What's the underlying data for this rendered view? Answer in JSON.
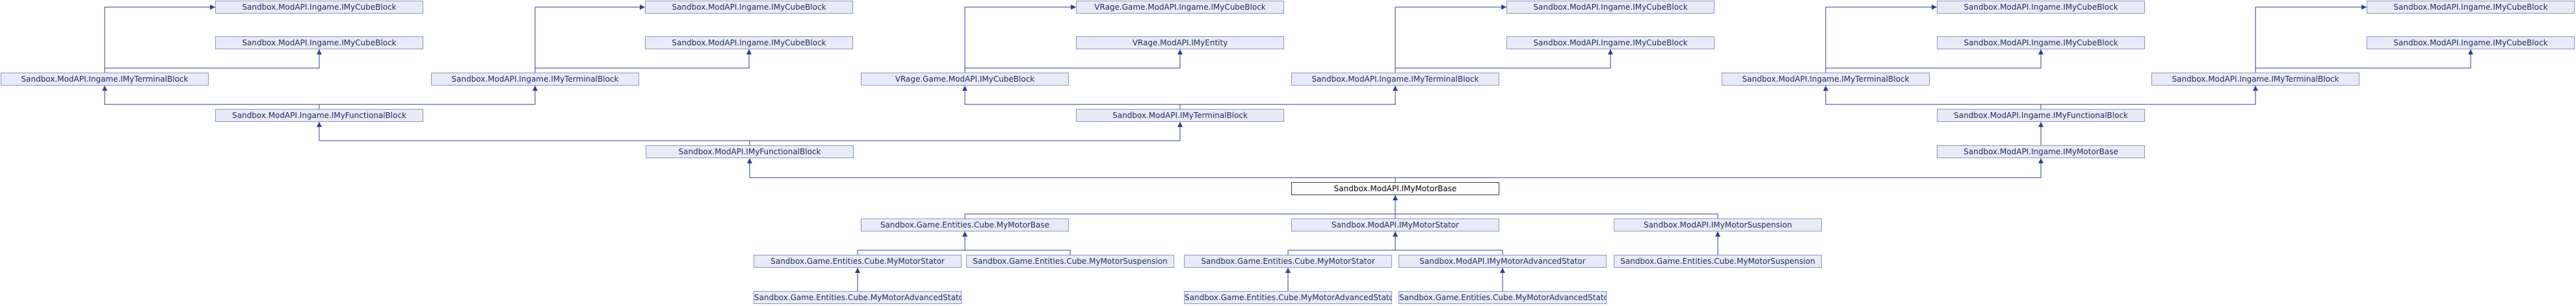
{
  "colors": {
    "edge": "#2f3f8f",
    "node_fill": "#e8ebf5",
    "node_border": "#8c96c2"
  },
  "nodes": [
    {
      "id": "n01",
      "label": "Sandbox.ModAPI.Ingame.IMyCubeBlock"
    },
    {
      "id": "n02",
      "label": "Sandbox.ModAPI.Ingame.IMyCubeBlock"
    },
    {
      "id": "n03",
      "label": "Sandbox.ModAPI.Ingame.IMyCubeBlock"
    },
    {
      "id": "n04",
      "label": "Sandbox.ModAPI.Ingame.IMyCubeBlock"
    },
    {
      "id": "n05",
      "label": "VRage.Game.ModAPI.Ingame.IMyCubeBlock"
    },
    {
      "id": "n06",
      "label": "VRage.ModAPI.IMyEntity"
    },
    {
      "id": "n07",
      "label": "Sandbox.ModAPI.Ingame.IMyCubeBlock"
    },
    {
      "id": "n08",
      "label": "Sandbox.ModAPI.Ingame.IMyCubeBlock"
    },
    {
      "id": "n09",
      "label": "Sandbox.ModAPI.Ingame.IMyCubeBlock"
    },
    {
      "id": "n10",
      "label": "Sandbox.ModAPI.Ingame.IMyCubeBlock"
    },
    {
      "id": "n11",
      "label": "Sandbox.ModAPI.Ingame.IMyCubeBlock"
    },
    {
      "id": "n12",
      "label": "Sandbox.ModAPI.Ingame.IMyCubeBlock"
    },
    {
      "id": "n13",
      "label": "Sandbox.ModAPI.Ingame.IMyTerminalBlock"
    },
    {
      "id": "n14",
      "label": "Sandbox.ModAPI.Ingame.IMyTerminalBlock"
    },
    {
      "id": "n15",
      "label": "VRage.Game.ModAPI.IMyCubeBlock"
    },
    {
      "id": "n16",
      "label": "Sandbox.ModAPI.Ingame.IMyTerminalBlock"
    },
    {
      "id": "n17",
      "label": "Sandbox.ModAPI.Ingame.IMyTerminalBlock"
    },
    {
      "id": "n18",
      "label": "Sandbox.ModAPI.Ingame.IMyTerminalBlock"
    },
    {
      "id": "n19",
      "label": "Sandbox.ModAPI.Ingame.IMyFunctionalBlock"
    },
    {
      "id": "n20",
      "label": "Sandbox.ModAPI.IMyTerminalBlock"
    },
    {
      "id": "n21",
      "label": "Sandbox.ModAPI.Ingame.IMyFunctionalBlock"
    },
    {
      "id": "n22",
      "label": "Sandbox.ModAPI.IMyFunctionalBlock"
    },
    {
      "id": "n23",
      "label": "Sandbox.ModAPI.Ingame.IMyMotorBase"
    },
    {
      "id": "n24",
      "label": "Sandbox.ModAPI.IMyMotorBase",
      "focus": true
    },
    {
      "id": "n25",
      "label": "Sandbox.Game.Entities.Cube.MyMotorBase"
    },
    {
      "id": "n26",
      "label": "Sandbox.ModAPI.IMyMotorStator"
    },
    {
      "id": "n27",
      "label": "Sandbox.ModAPI.IMyMotorSuspension"
    },
    {
      "id": "n28",
      "label": "Sandbox.Game.Entities.Cube.MyMotorStator"
    },
    {
      "id": "n29",
      "label": "Sandbox.Game.Entities.Cube.MyMotorSuspension"
    },
    {
      "id": "n30",
      "label": "Sandbox.Game.Entities.Cube.MyMotorStator"
    },
    {
      "id": "n31",
      "label": "Sandbox.ModAPI.IMyMotorAdvancedStator"
    },
    {
      "id": "n32",
      "label": "Sandbox.Game.Entities.Cube.MyMotorSuspension"
    },
    {
      "id": "n33",
      "label": "Sandbox.Game.Entities.Cube.MyMotorAdvancedStator"
    },
    {
      "id": "n34",
      "label": "Sandbox.Game.Entities.Cube.MyMotorAdvancedStator"
    },
    {
      "id": "n35",
      "label": "Sandbox.Game.Entities.Cube.MyMotorAdvancedStator"
    }
  ],
  "edges": [
    [
      "n13",
      "n01"
    ],
    [
      "n13",
      "n02"
    ],
    [
      "n14",
      "n03"
    ],
    [
      "n14",
      "n04"
    ],
    [
      "n15",
      "n05"
    ],
    [
      "n15",
      "n06"
    ],
    [
      "n16",
      "n07"
    ],
    [
      "n16",
      "n08"
    ],
    [
      "n17",
      "n09"
    ],
    [
      "n17",
      "n10"
    ],
    [
      "n18",
      "n11"
    ],
    [
      "n18",
      "n12"
    ],
    [
      "n19",
      "n13"
    ],
    [
      "n19",
      "n14"
    ],
    [
      "n20",
      "n15"
    ],
    [
      "n20",
      "n16"
    ],
    [
      "n21",
      "n17"
    ],
    [
      "n21",
      "n18"
    ],
    [
      "n22",
      "n19"
    ],
    [
      "n22",
      "n20"
    ],
    [
      "n23",
      "n21"
    ],
    [
      "n24",
      "n22"
    ],
    [
      "n24",
      "n23"
    ],
    [
      "n25",
      "n24"
    ],
    [
      "n26",
      "n24"
    ],
    [
      "n27",
      "n24"
    ],
    [
      "n28",
      "n25"
    ],
    [
      "n29",
      "n25"
    ],
    [
      "n30",
      "n26"
    ],
    [
      "n31",
      "n26"
    ],
    [
      "n32",
      "n27"
    ],
    [
      "n33",
      "n28"
    ],
    [
      "n34",
      "n30"
    ],
    [
      "n35",
      "n31"
    ]
  ]
}
